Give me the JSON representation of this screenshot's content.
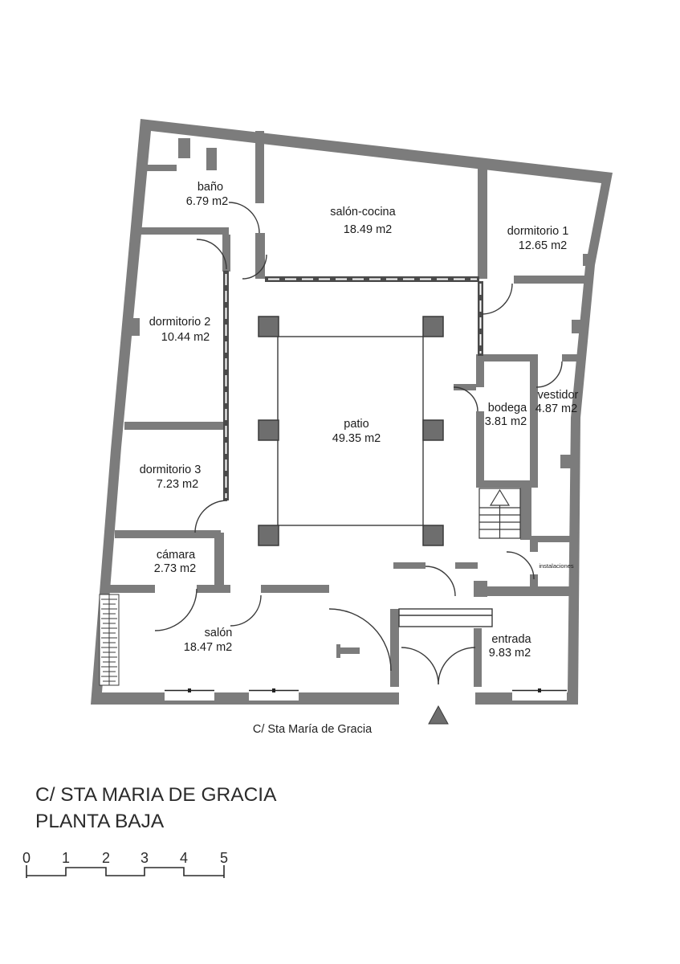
{
  "plan": {
    "rooms": {
      "bano": {
        "name": "baño",
        "area": "6.79 m2"
      },
      "salon_cocina": {
        "name": "salón-cocina",
        "area": "18.49 m2"
      },
      "dormitorio_1": {
        "name": "dormitorio 1",
        "area": "12.65 m2"
      },
      "dormitorio_2": {
        "name": "dormitorio 2",
        "area": "10.44 m2"
      },
      "dormitorio_3": {
        "name": "dormitorio 3",
        "area": "7.23 m2"
      },
      "patio": {
        "name": "patio",
        "area": "49.35 m2"
      },
      "bodega": {
        "name": "bodega",
        "area": "3.81 m2"
      },
      "vestidor": {
        "name": "vestidor",
        "area": "4.87 m2"
      },
      "camara": {
        "name": "cámara",
        "area": "2.73 m2"
      },
      "salon": {
        "name": "salón",
        "area": "18.47 m2"
      },
      "entrada": {
        "name": "entrada",
        "area": "9.83 m2"
      },
      "instalaciones": {
        "name": "instalaciones"
      }
    },
    "street_label": "C/ Sta María de Gracia",
    "title": {
      "line1": "C/ STA MARIA DE GRACIA",
      "line2": "PLANTA BAJA"
    },
    "scale_bar": {
      "ticks": [
        "0",
        "1",
        "2",
        "3",
        "4",
        "5"
      ]
    },
    "colors": {
      "wall": "#7c7c7c",
      "line": "#3a3a3a",
      "text": "#1c1c1c"
    }
  }
}
